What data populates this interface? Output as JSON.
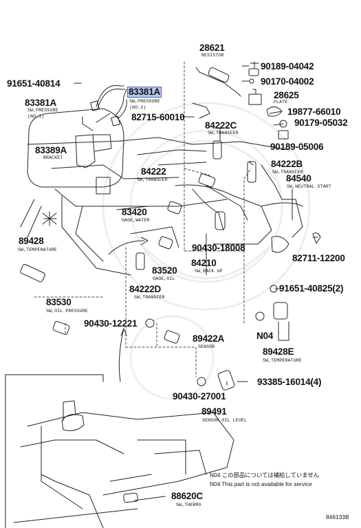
{
  "diagram_id": "846133B",
  "highlight_color": "#b9c6f2",
  "highlight_border_color": "#4a5fcf",
  "parts": {
    "p28621": {
      "number": "28621",
      "name": "RESISTOR"
    },
    "p90189_04042": {
      "number": "90189-04042"
    },
    "p90170_04002": {
      "number": "90170-04002"
    },
    "p28625": {
      "number": "28625",
      "name": "PLATE"
    },
    "p19877_66010": {
      "number": "19877-66010"
    },
    "p90179_05032": {
      "number": "90179-05032"
    },
    "p90189_05006": {
      "number": "90189-05006"
    },
    "p91651_40814": {
      "number": "91651-40814"
    },
    "p83381A_2": {
      "number": "83381A",
      "name": "SW,PRESSURE",
      "qualifier": "(NO.2)",
      "highlighted": true
    },
    "p83381A_1": {
      "number": "83381A",
      "name": "SW,PRESSURE",
      "qualifier": "(NO.1)"
    },
    "p82715_60010": {
      "number": "82715-60010"
    },
    "p84222C": {
      "number": "84222C",
      "name": "SW,TRANSFER"
    },
    "p83389A": {
      "number": "83389A",
      "name": "BRACKET"
    },
    "p84222B": {
      "number": "84222B",
      "name": "SW,TRANSFER"
    },
    "p84222": {
      "number": "84222",
      "name": "SW,TRANSFER"
    },
    "p84540": {
      "number": "84540",
      "name": "SW,NEUTRAL START"
    },
    "p83420": {
      "number": "83420",
      "name": "GAGE,WATER"
    },
    "p89428": {
      "number": "89428",
      "name": "SW,TEMPERATURE"
    },
    "p90430_18008": {
      "number": "90430-18008"
    },
    "p82711_12200": {
      "number": "82711-12200"
    },
    "p84210": {
      "number": "84210",
      "name": "SW,BACK UP"
    },
    "p83520": {
      "number": "83520",
      "name": "GAGE,OIL"
    },
    "p84222D": {
      "number": "84222D",
      "name": "SW,TRANSFER"
    },
    "p91651_40825": {
      "number": "91651-40825(2)"
    },
    "p83530": {
      "number": "83530",
      "name": "SW,OIL PRESSURE"
    },
    "p90430_12221": {
      "number": "90430-12221"
    },
    "p89422A": {
      "number": "89422A",
      "name": "SENSOR"
    },
    "pN04": {
      "number": "N04"
    },
    "p89428E": {
      "number": "89428E",
      "name": "SW,TEMPERATURE"
    },
    "p93385_16014": {
      "number": "93385-16014(4)"
    },
    "p90430_27001": {
      "number": "90430-27001"
    },
    "p89491": {
      "number": "89491",
      "name": "SENSOR,OIL LEVEL"
    },
    "p88620C": {
      "number": "88620C",
      "name": "SW,THERMO"
    }
  },
  "notes": {
    "jp": "N04 この部品については補給していません",
    "en": "N04 This part is not available for service"
  }
}
